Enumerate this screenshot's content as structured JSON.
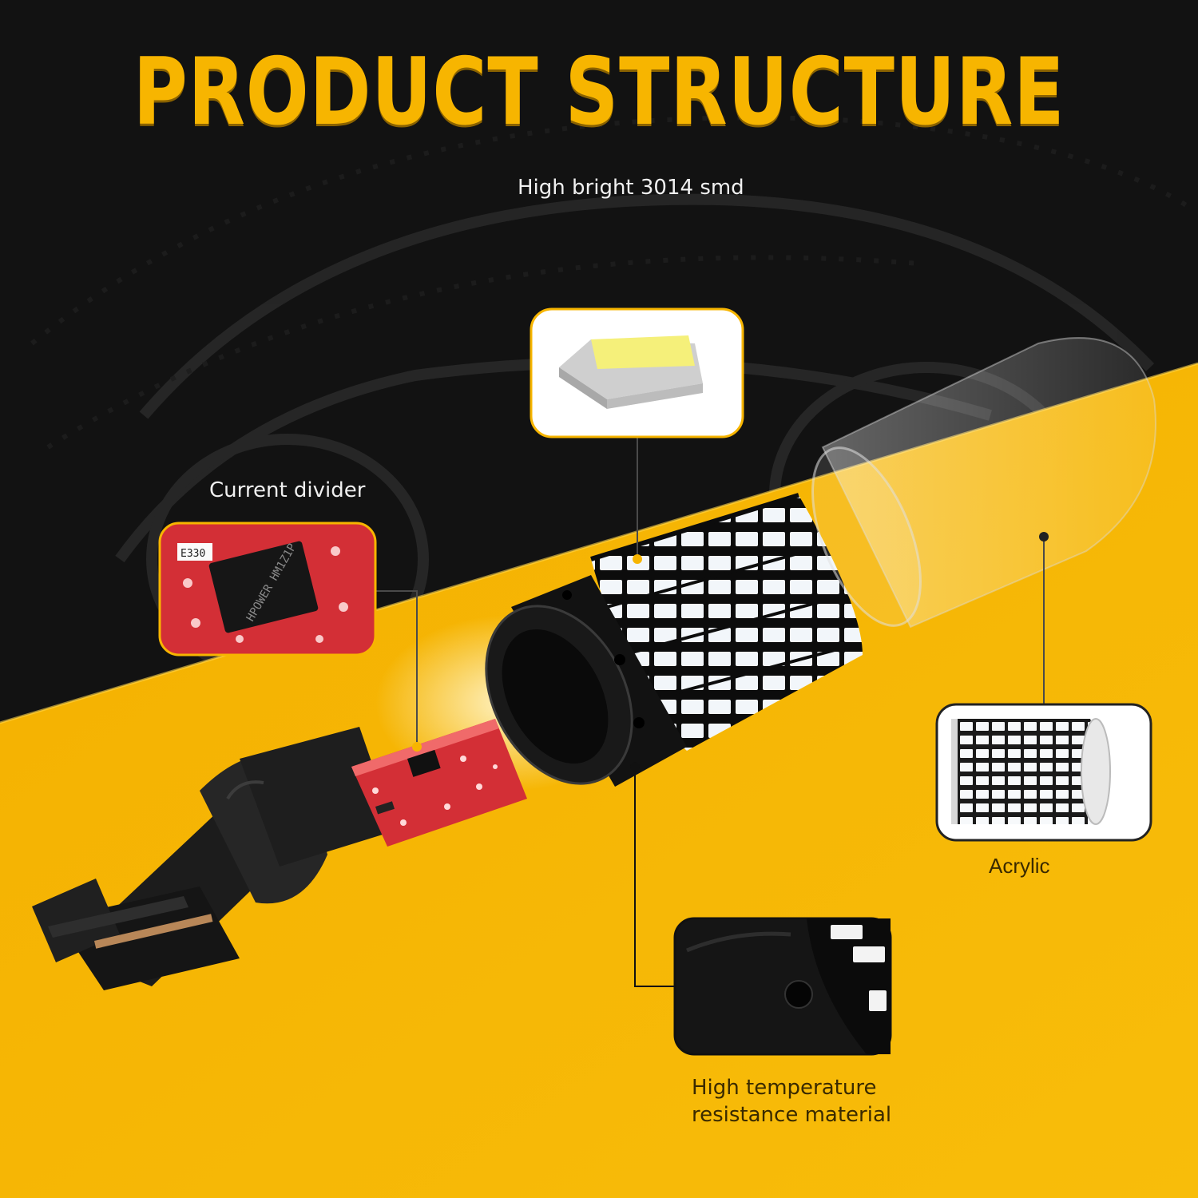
{
  "title": "PRODUCT STRUCTURE",
  "labels": {
    "smd": "High bright 3014 smd",
    "divider": "Current divider",
    "acrylic": "Acrylic",
    "material_line1": "High temperature",
    "material_line2": "resistance material"
  },
  "chip_markings": {
    "ic": "HPOWER HM1Z1P",
    "resistor": "E330"
  },
  "colors": {
    "accent": "#f7b500",
    "background": "#121212",
    "pcb": "#d32f36"
  }
}
